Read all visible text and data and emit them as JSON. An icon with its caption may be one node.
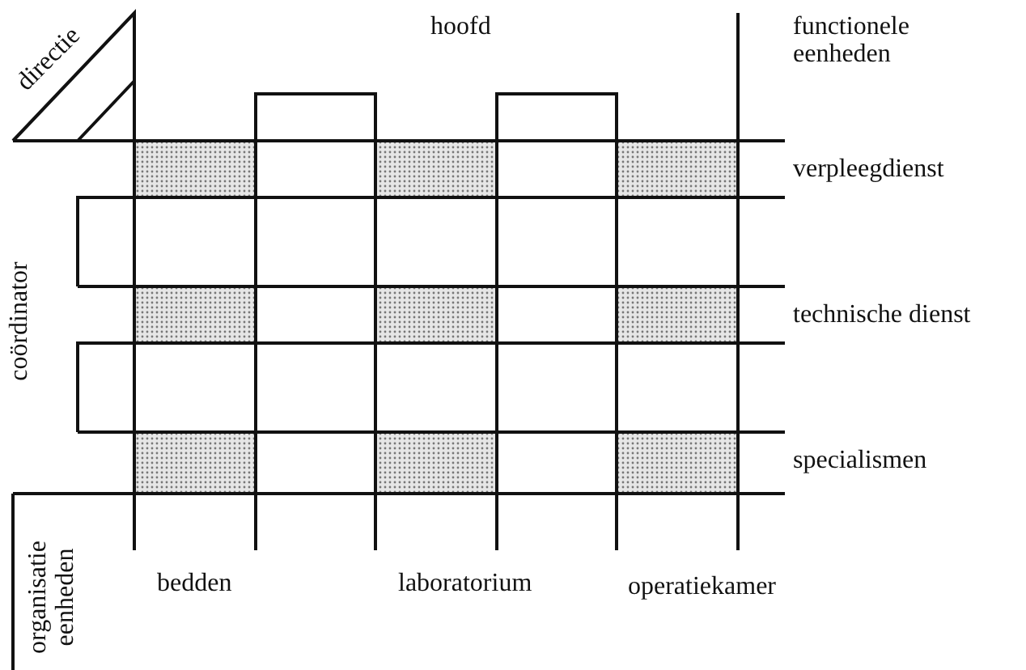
{
  "diagram": {
    "labels": [
      "directie",
      "hoofd",
      "functionele eenheden",
      "verpleegdienst",
      "coördinator",
      "technische dienst",
      "specialismen",
      "organisatie eenheden",
      "bedden",
      "laboratorium",
      "operatiekamer"
    ]
  }
}
